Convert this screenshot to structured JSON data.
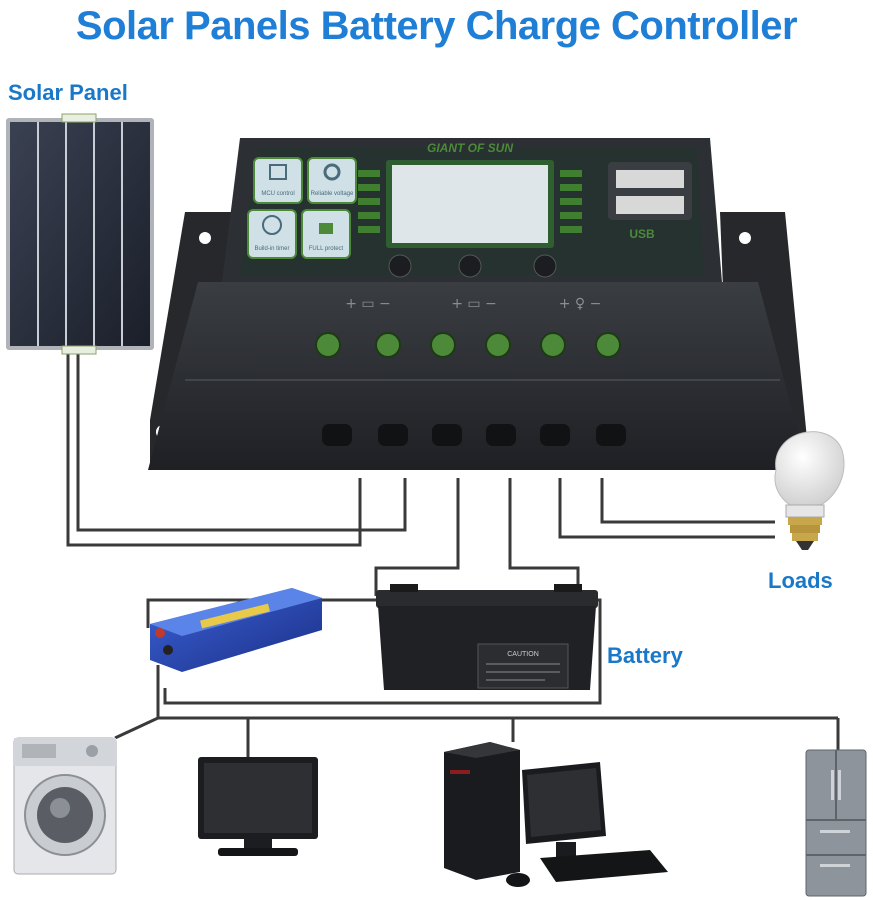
{
  "title": "Solar Panels Battery Charge Controller",
  "labels": {
    "solar_panel": "Solar Panel",
    "loads": "Loads",
    "battery": "Battery"
  },
  "controller": {
    "brand": "GIANT OF SUN",
    "buttons": [
      "MCU control",
      "Reliable voltage",
      "Build-in timer",
      "FULL protect"
    ],
    "usb_label": "USB",
    "terminal_symbols": [
      "+ ▭ −",
      "+ ▭ −",
      "+ ♀ −"
    ]
  },
  "battery_caption": "CAUTION",
  "colors": {
    "title_blue": "#1f7fd6",
    "label_blue": "#1a78c8",
    "controller_body": "#2a2d31",
    "terminal_green": "#4c8a3a",
    "wire_gray": "#3a3a3a",
    "inverter_blue": "#2544a8"
  },
  "appliances": [
    "washing-machine",
    "monitor",
    "desktop-computer",
    "refrigerator"
  ]
}
